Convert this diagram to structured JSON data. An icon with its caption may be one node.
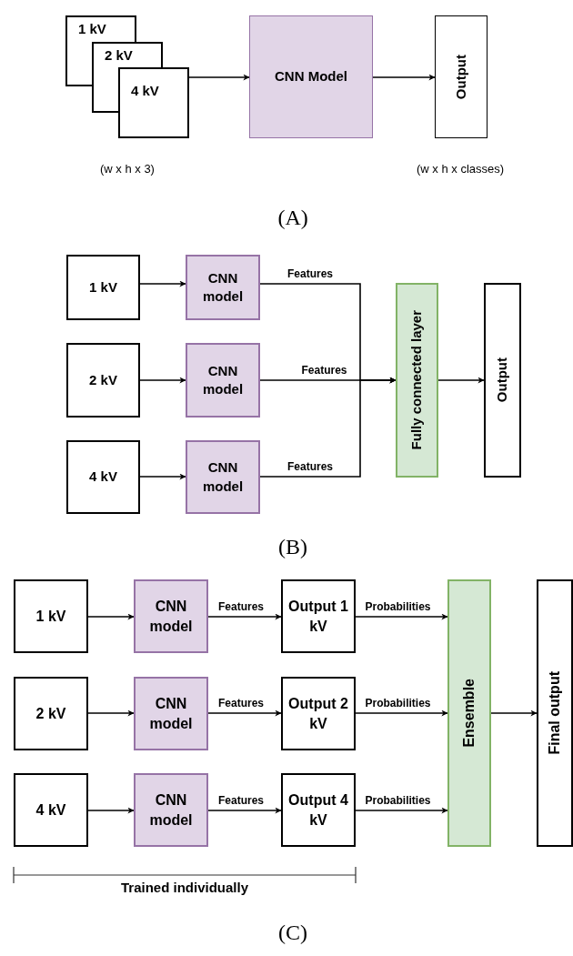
{
  "diagram": {
    "nodes": [
      {
        "text": [
          "1 kV"
        ]
      },
      {
        "text": [
          "2 kV"
        ]
      },
      {
        "text": [
          "4 kV"
        ]
      },
      {
        "text": [
          "CNN Model"
        ]
      },
      {
        "text": [
          "Output"
        ]
      },
      {
        "text": [
          "1 kV"
        ]
      },
      {
        "text": [
          "CNN model"
        ]
      },
      {
        "text": [
          "2 kV"
        ]
      },
      {
        "text": [
          "CNN model"
        ]
      },
      {
        "text": [
          "4 kV"
        ]
      },
      {
        "text": [
          "CNN model"
        ]
      },
      {
        "text": [
          "Fully connected layer"
        ]
      },
      {
        "text": [
          "Output"
        ]
      },
      {
        "text": [
          "1 kV"
        ]
      },
      {
        "text": [
          "CNN model"
        ]
      },
      {
        "text": [
          "Output 1 kV"
        ]
      },
      {
        "text": [
          "2 kV"
        ]
      },
      {
        "text": [
          "CNN model"
        ]
      },
      {
        "text": [
          "Output 2 kV"
        ]
      },
      {
        "text": [
          "4 kV"
        ]
      },
      {
        "text": [
          "CNN model"
        ]
      },
      {
        "text": [
          "Output 4 kV"
        ]
      },
      {
        "text": [
          "Ensemble"
        ]
      },
      {
        "text": [
          "Final output"
        ]
      }
    ],
    "edges": [
      {
        "from": 2,
        "to": 3,
        "arrow": "to"
      },
      {
        "from": 3,
        "to": 4,
        "arrow": "to"
      },
      {
        "from": 5,
        "to": 6,
        "arrow": "to"
      },
      {
        "from": 6,
        "to": 11,
        "arrow": "to",
        "label": "Features"
      },
      {
        "from": 7,
        "to": 8,
        "arrow": "to"
      },
      {
        "from": 8,
        "to": 11,
        "arrow": "to",
        "label": "Features"
      },
      {
        "from": 9,
        "to": 10,
        "arrow": "to"
      },
      {
        "from": 10,
        "to": 11,
        "arrow": "to",
        "label": "Features"
      },
      {
        "from": 11,
        "to": 12,
        "arrow": "to"
      },
      {
        "from": 13,
        "to": 14,
        "arrow": "to"
      },
      {
        "from": 14,
        "to": 15,
        "arrow": "to",
        "label": "Features"
      },
      {
        "from": 15,
        "to": 22,
        "arrow": "to",
        "label": "Probabilities"
      },
      {
        "from": 16,
        "to": 17,
        "arrow": "to"
      },
      {
        "from": 17,
        "to": 18,
        "arrow": "to",
        "label": "Features"
      },
      {
        "from": 18,
        "to": 22,
        "arrow": "to",
        "label": "Probabilities"
      },
      {
        "from": 19,
        "to": 20,
        "arrow": "to"
      },
      {
        "from": 20,
        "to": 21,
        "arrow": "to",
        "label": "Features"
      },
      {
        "from": 21,
        "to": 22,
        "arrow": "to",
        "label": "Probabilities"
      },
      {
        "from": 22,
        "to": 23,
        "arrow": "to"
      }
    ],
    "labels": [
      "(w x h x 3)",
      "(w x h x classes)",
      "(A)",
      "(B)",
      "Trained individually",
      "(C)"
    ]
  }
}
